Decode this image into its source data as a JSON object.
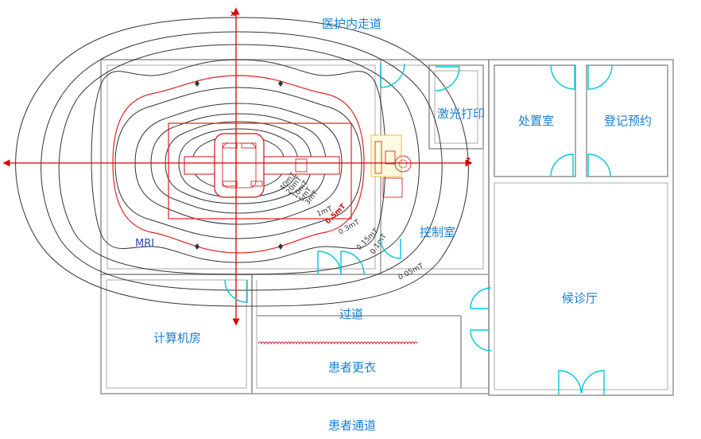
{
  "labels": {
    "corridor_top": "医护内走道",
    "laser_print": "激光打印",
    "treatment_room": "处置室",
    "registration": "登记预约",
    "control_room": "控制室",
    "waiting_hall": "候诊厅",
    "passage": "过道",
    "computer_room": "计算机房",
    "changing_room": "患者更衣",
    "patient_corridor": "患者通道",
    "mri": "MRI"
  },
  "axes": {
    "x": "x",
    "z": "z"
  },
  "isolines": [
    "40mT",
    "20mT",
    "10mT",
    "5mT",
    "3mT",
    "1mT",
    "0.5mT",
    "0.3mT",
    "0.15mT",
    "0.1mT",
    "0.05mT"
  ],
  "colors": {
    "room_label": "#1a7fd6",
    "door": "#00c8d8",
    "field_5gauss": "#e02020",
    "wall": "#9a9a9a"
  }
}
